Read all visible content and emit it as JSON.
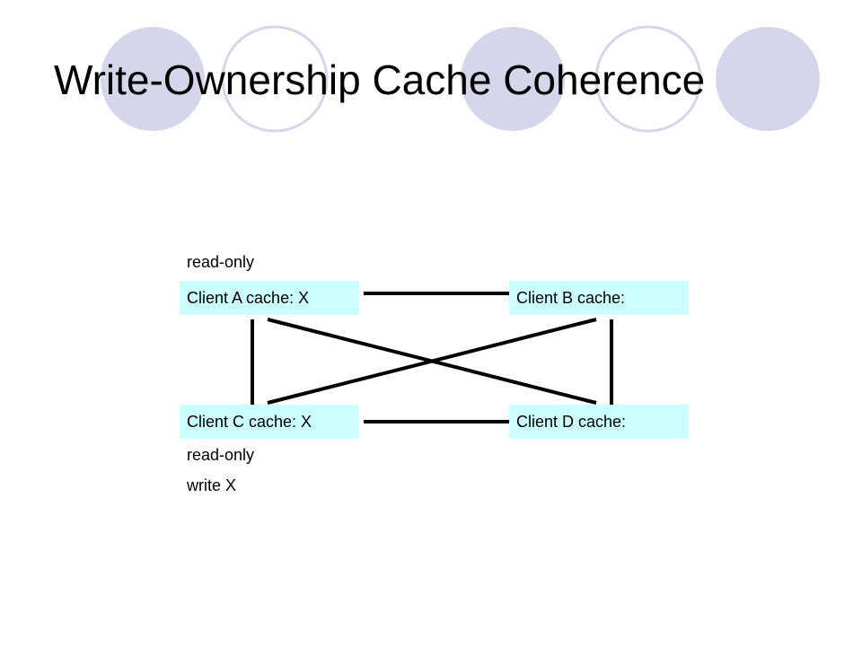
{
  "title": "Write-Ownership Cache Coherence",
  "colors": {
    "circle_fill": "#d6d6ea",
    "circle_stroke": "#d6d6ea",
    "node_fill": "#ccffff",
    "line": "#000000"
  },
  "nodes": {
    "a": "Client A cache: X",
    "b": "Client B cache:",
    "c": "Client C cache: X",
    "d": "Client D cache:"
  },
  "notes": {
    "a_state": "read-only",
    "c_state": "read-only",
    "c_action": "write X"
  }
}
